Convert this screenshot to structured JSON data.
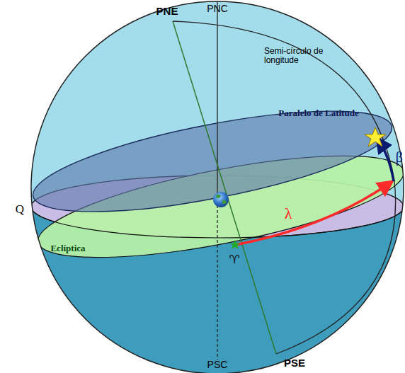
{
  "diagram": {
    "labels": [
      "PNE",
      "PNC",
      "Semi-círculo de longitude",
      "Paralelo de Latitude",
      "Q",
      "β",
      "λ",
      "Eclíptica",
      "♈",
      "PSC",
      "PSE"
    ]
  }
}
